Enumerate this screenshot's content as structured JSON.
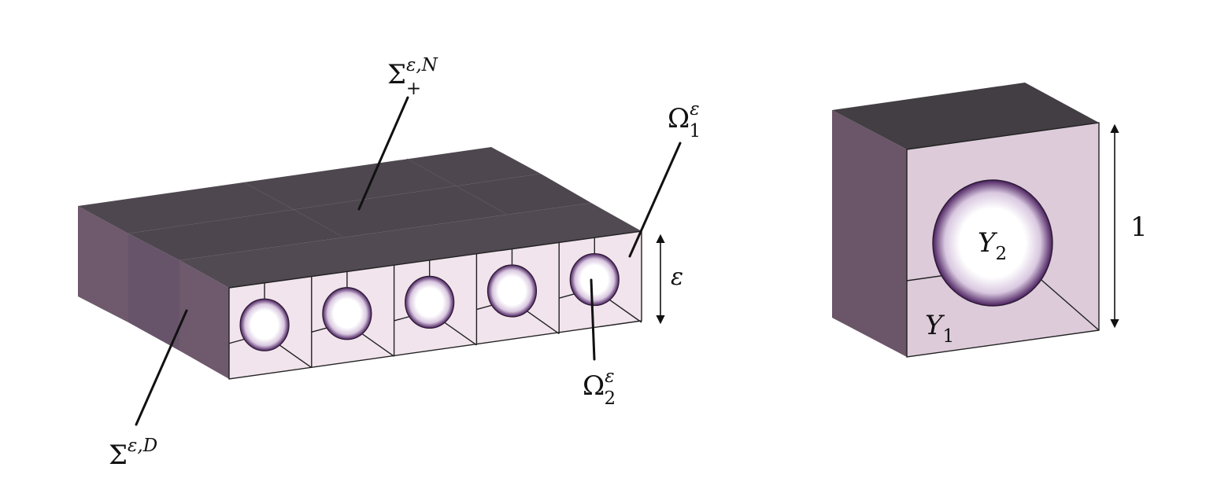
{
  "figure": {
    "left_panel": {
      "cell_count": 5,
      "labels": {
        "top_face": {
          "base": "Σ",
          "sup": "ε,N",
          "sub": "+"
        },
        "matrix": {
          "base": "Ω",
          "sup": "ε",
          "sub": "1"
        },
        "inclusions": {
          "base": "Ω",
          "sup": "ε",
          "sub": "2"
        },
        "side_face": {
          "base": "Σ",
          "sup": "ε,D"
        },
        "cell_size": "ε"
      }
    },
    "right_panel": {
      "labels": {
        "matrix": {
          "base": "Y",
          "sub": "1"
        },
        "inclusion": {
          "base": "Y",
          "sub": "2"
        },
        "cell_size": "1"
      }
    },
    "colors": {
      "top_face": "#4e474f",
      "top_face_right": "#423e43",
      "side_face": "#6e5a6c",
      "front_face": "#f1e4ec",
      "front_face_right": "#ddcbda",
      "inclusion_edge": "#4a1f5e",
      "inclusion_center": "#ffffff"
    }
  }
}
